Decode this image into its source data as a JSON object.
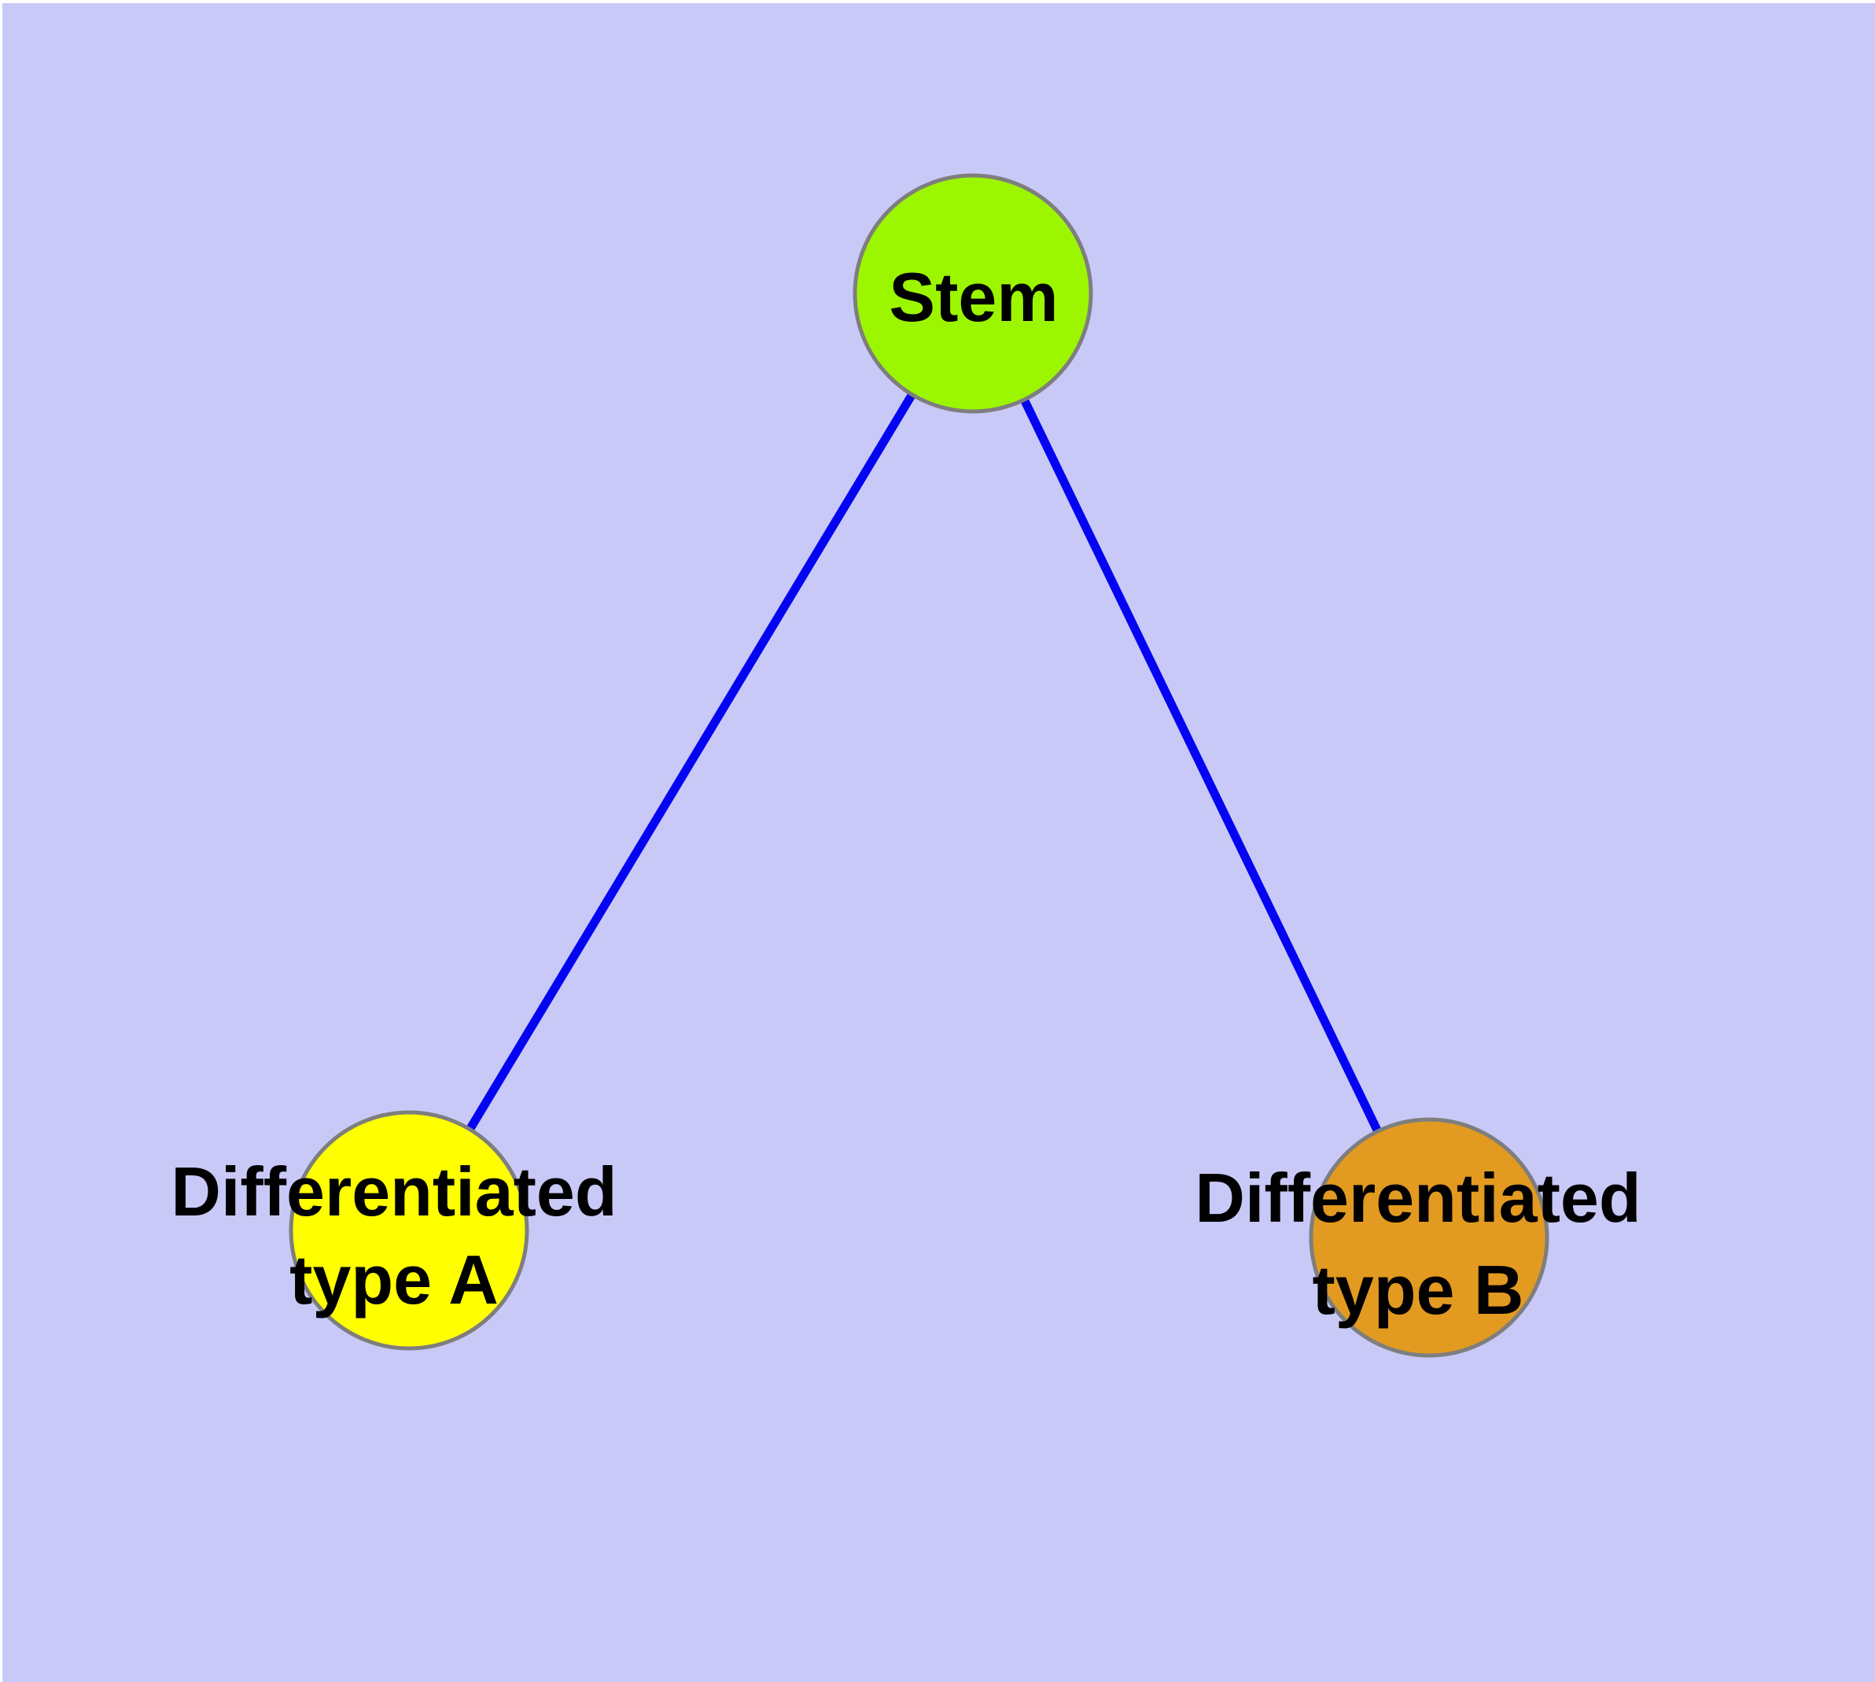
{
  "canvas": {
    "background_color": "#C9C9F8",
    "margin_color": "#FFFFFF"
  },
  "graph": {
    "edge_color": "#0404F2",
    "node_border_color": "#7E7E7E",
    "label_color": "#000000",
    "nodes": [
      {
        "id": "stem",
        "label": "Stem",
        "fill": "#9CF600"
      },
      {
        "id": "differentiated-type-a",
        "label": "Differentiated type A",
        "label_line1": "Differentiated",
        "label_line2": "type A",
        "fill": "#FFFF00"
      },
      {
        "id": "differentiated-type-b",
        "label": "Differentiated type B",
        "label_line1": "Differentiated",
        "label_line2": "type B",
        "fill": "#E39A20"
      }
    ],
    "edges": [
      {
        "source": "stem",
        "target": "differentiated-type-a"
      },
      {
        "source": "stem",
        "target": "differentiated-type-b"
      }
    ]
  }
}
